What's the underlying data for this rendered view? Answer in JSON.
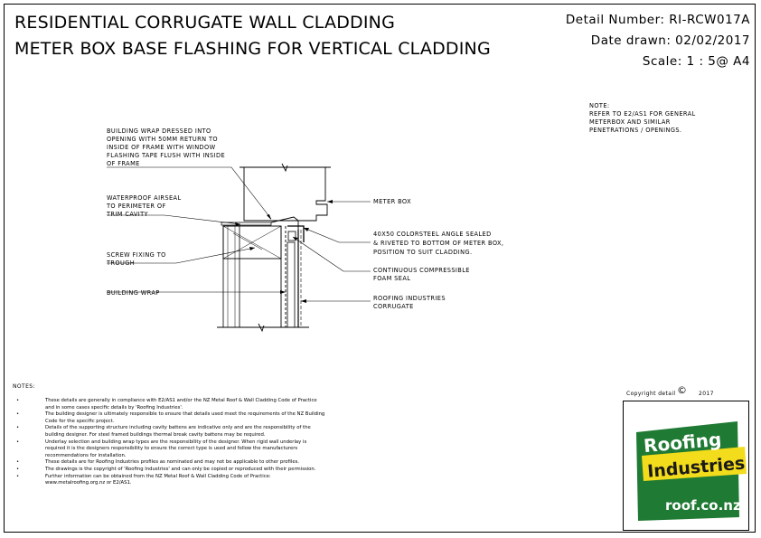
{
  "title": {
    "line1": "RESIDENTIAL CORRUGATE WALL CLADDING",
    "line2": "METER BOX BASE FLASHING FOR VERTICAL CLADDING"
  },
  "meta": {
    "detail_number": "Detail Number:  RI-RCW017A",
    "date_drawn": "Date drawn:  02/02/2017",
    "scale": "Scale:   1 : 5@ A4"
  },
  "note_top": {
    "heading": "NOTE:",
    "body": [
      "REFER TO E2/AS1 FOR GENERAL",
      "METERBOX AND SIMILAR",
      "PENETRATIONS / OPENINGS."
    ]
  },
  "labels": {
    "building_wrap_dressed": [
      "BUILDING WRAP DRESSED INTO",
      "OPENING WITH 50mm RETURN TO",
      "INSIDE OF FRAME WITH WINDOW",
      "FLASHING TAPE FLUSH WITH INSIDE",
      "OF FRAME"
    ],
    "waterproof_airseal": [
      "WATERPROOF AIRSEAL",
      "TO PERIMETER OF",
      "TRIM CAVITY"
    ],
    "screw_fixing": [
      "SCREW FIXING TO",
      "TROUGH"
    ],
    "building_wrap": [
      "BUILDING WRAP"
    ],
    "meter_box": [
      "METER BOX"
    ],
    "angle": [
      "40x50 COLORSTEEL ANGLE SEALED",
      "& RIVETED TO BOTTOM OF METER BOX,",
      "POSITION TO SUIT CLADDING."
    ],
    "foam_seal": [
      "CONTINUOUS COMPRESSIBLE",
      "FOAM SEAL"
    ],
    "corrugate": [
      "ROOFING INDUSTRIES",
      "CORRUGATE"
    ]
  },
  "notes": {
    "heading": "NOTES:",
    "items": [
      "These details are generally in compliance with E2/AS1 and/or the NZ Metal Roof & Wall Cladding Code of Practice",
      "and in some cases specific details by 'Roofing Industries'.",
      "The building designer is ultimately responsible to ensure that details used meet the requirements of the NZ Building",
      "Code for the specific project.",
      "Details of the supporting structure including cavity battens are indicative only and are the responsibility of the",
      "building designer. For steel framed buildings thermal break cavity battens may be required.",
      "Underlay selection and building wrap types are the responsibility of the designer. When rigid wall underlay is",
      "required it is the designers responsibility to ensure the correct type is used and follow the manufacturers",
      "recommendations for installation.",
      "These details are for Roofing Industries profiles as nominated and may not be applicable to other profiles.",
      "The drawings is the copyright of 'Roofing Industries' and can only be copied or reproduced with their permission.",
      "Further information can be obtained from the NZ Metal Roof & Wall Cladding Code of Practice:",
      "www.metalroofing.org.nz or E2/AS1."
    ],
    "bullet_rows": [
      0,
      2,
      4,
      6,
      9,
      10,
      11
    ]
  },
  "copyright": {
    "label": "Copyright detail",
    "symbol": "©",
    "year": "2017"
  },
  "logo": {
    "word1": "Roofing",
    "word2": "Industries",
    "url": "roof.co.nz",
    "colors": {
      "green": "#1f7a33",
      "yellow": "#f2dc1b"
    }
  }
}
